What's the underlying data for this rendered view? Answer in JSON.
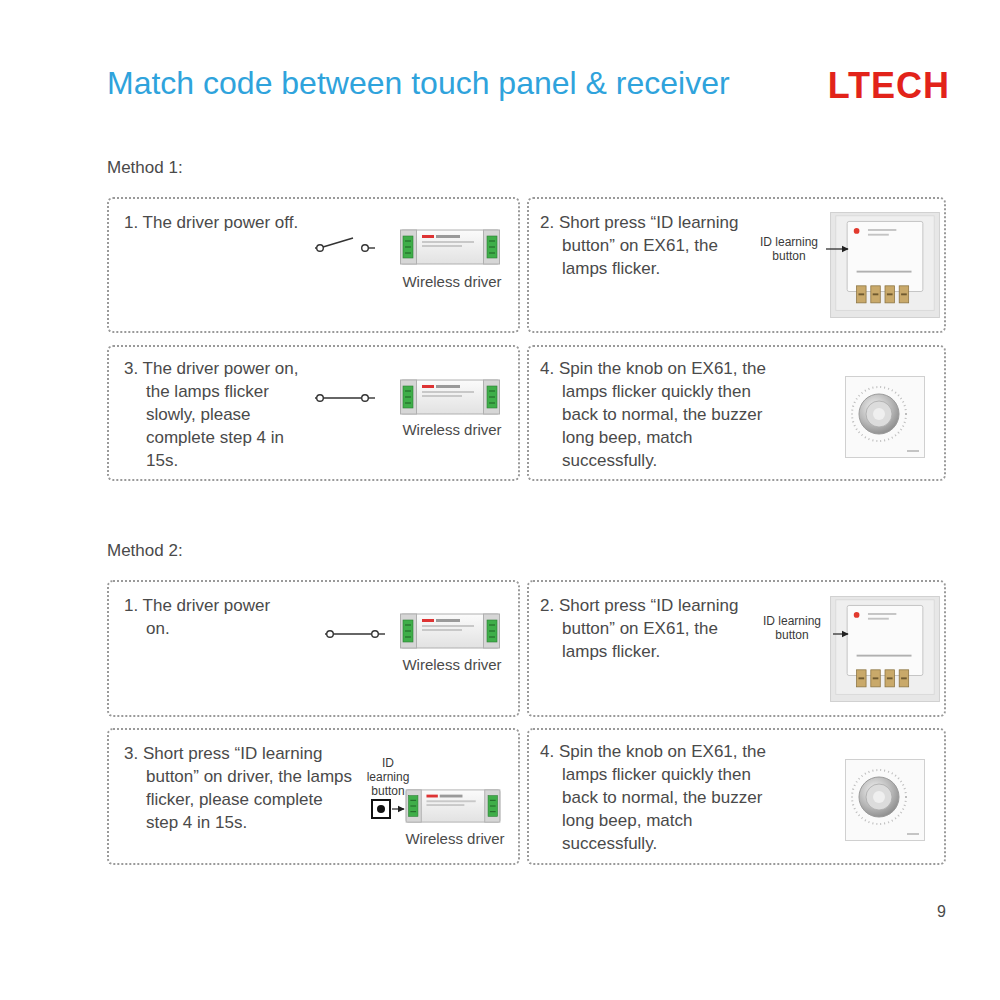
{
  "diagram": {
    "title": "Match code between touch panel & receiver",
    "nodes": [
      {
        "text": [
          "1. The driver power off.",
          "Wireless driver"
        ]
      },
      {
        "text": [
          "2. Short press “ID learning button” on EX61, the lamps flicker.",
          "ID learning button"
        ]
      },
      {
        "text": [
          "3. The driver power on, the lamps flicker slowly, please complete step 4 in 15s.",
          "Wireless driver"
        ]
      },
      {
        "text": [
          "4. Spin the knob on EX61, the lamps flicker quickly then back to normal, the buzzer long beep, match successfully."
        ]
      },
      {
        "text": [
          "1. The driver power on.",
          "Wireless driver"
        ]
      },
      {
        "text": [
          "2. Short press “ID learning button” on EX61, the lamps flicker.",
          "ID learning button"
        ]
      },
      {
        "text": [
          "3. Short press “ID learning button” on driver, the lamps flicker, please complete step 4 in 15s.",
          "ID learning button",
          "Wireless driver"
        ]
      },
      {
        "text": [
          "4. Spin the knob on EX61, the lamps flicker quickly then back to normal, the buzzer long beep, match successfully."
        ]
      }
    ],
    "labels": [
      "LTECH",
      "Method 1:",
      "Method 2:",
      "9"
    ]
  }
}
